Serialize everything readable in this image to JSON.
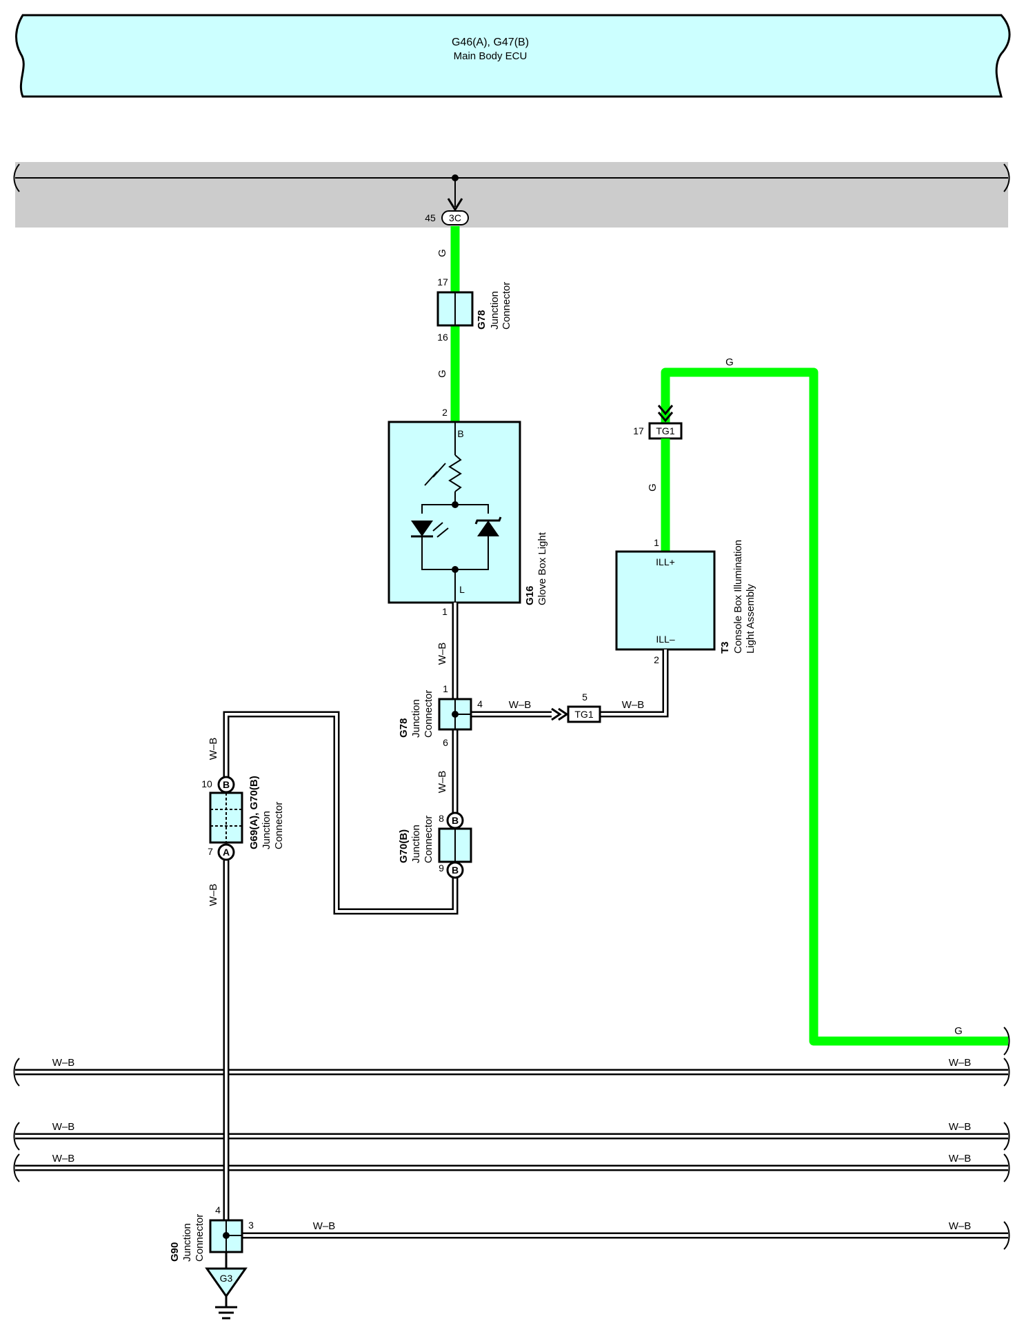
{
  "colors": {
    "wire_green": "#00ff00",
    "component_fill": "#ccffff",
    "bus_gray": "#cccccc",
    "outline": "#000000"
  },
  "ecu": {
    "title": "G46(A), G47(B)",
    "subtitle": "Main Body ECU"
  },
  "ecu_connector": {
    "pin": "45",
    "code": "3C"
  },
  "wire_colors": {
    "g": "G",
    "wb": "W–B"
  },
  "jc_g78_top": {
    "id": "G78",
    "line1": "Junction",
    "line2": "Connector",
    "pin_in": "17",
    "pin_out": "16"
  },
  "glove_box": {
    "id": "G16",
    "name": "Glove Box Light",
    "pin_b": "2",
    "label_b": "B",
    "pin_l": "1",
    "label_l": "L"
  },
  "jc_g78_mid": {
    "id": "G78",
    "line1": "Junction",
    "line2": "Connector",
    "pin_top": "1",
    "pin_right": "4",
    "pin_bottom": "6"
  },
  "tg1_upper": {
    "code": "TG1",
    "pin": "17"
  },
  "tg1_lower": {
    "code": "TG1",
    "pin": "5"
  },
  "console_light": {
    "id": "T3",
    "line1": "Console Box Illumination",
    "line2": "Light Assembly",
    "pin_plus": "1",
    "label_plus": "ILL+",
    "pin_minus": "2",
    "label_minus": "ILL–"
  },
  "jc_g70b": {
    "id": "G70(B)",
    "line1": "Junction",
    "line2": "Connector",
    "pin_top": "8",
    "pin_bottom": "9",
    "letter": "B"
  },
  "jc_g69": {
    "id": "G69(A), G70(B)",
    "line1": "Junction",
    "line2": "Connector",
    "pin_top": "10",
    "letter_top": "B",
    "pin_bottom": "7",
    "letter_bottom": "A"
  },
  "jc_g90": {
    "id": "G90",
    "line1": "Junction",
    "line2": "Connector",
    "pin_top": "4",
    "pin_right": "3"
  },
  "ground": {
    "code": "G3"
  }
}
